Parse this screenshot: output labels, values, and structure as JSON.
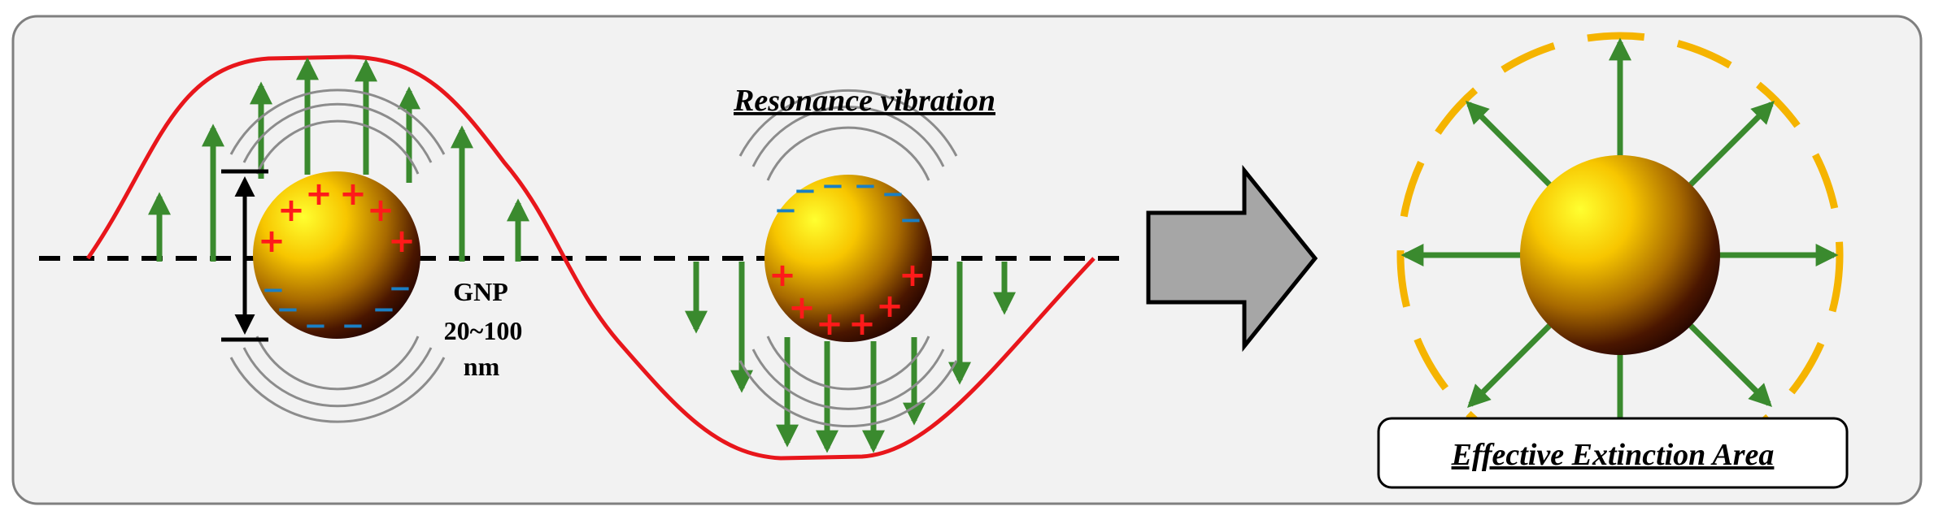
{
  "labels": {
    "gnp": "GNP",
    "size_range": "20~100",
    "size_unit": "nm",
    "resonance": "Resonance vibration",
    "extinction": "Effective Extinction Area"
  },
  "charges": {
    "positive": "+",
    "negative": "−"
  },
  "colors": {
    "panel_bg": "#f2f2f2",
    "panel_border": "#7f7f7f",
    "wave": "#e8161b",
    "field_arrow": "#3a8a2e",
    "gold_light": "#ffff2a",
    "gold_dark": "#2a0600",
    "extinction_ring": "#f5b400",
    "big_arrow": "#a6a6a6",
    "positive_charge": "#ff1a1a",
    "negative_charge": "#1a7fc4"
  },
  "icons": {
    "direction": "right-arrow-icon"
  }
}
